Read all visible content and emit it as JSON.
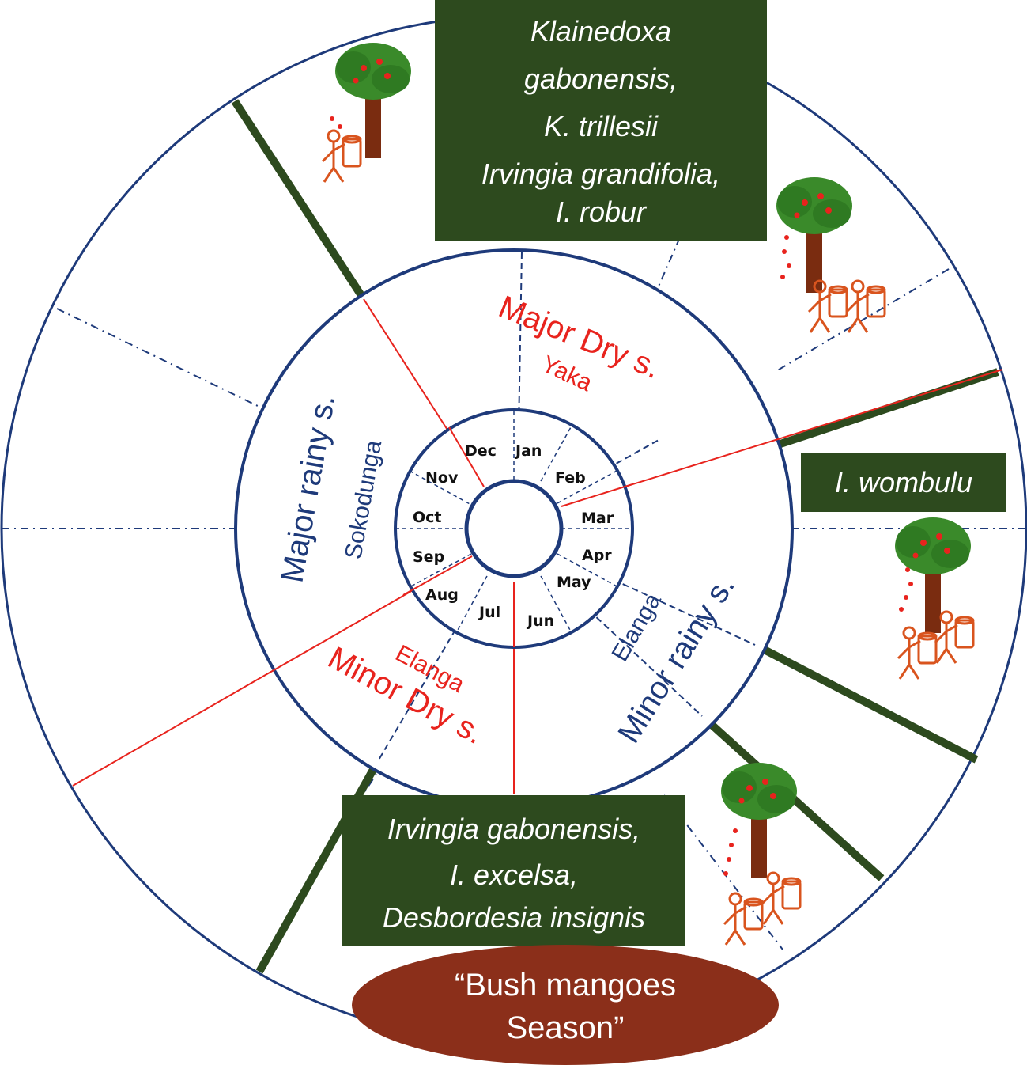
{
  "colors": {
    "ring": "#1e3a7a",
    "red": "#e8231d",
    "dark_green": "#2d4a1e",
    "oval": "#8b2f1a",
    "trunk": "#7a2c10",
    "leaf": "#3a8a2a",
    "figure": "#d9541e",
    "white": "#ffffff"
  },
  "months": [
    "Jan",
    "Feb",
    "Mar",
    "Apr",
    "May",
    "Jun",
    "Jul",
    "Aug",
    "Sep",
    "Oct",
    "Nov",
    "Dec"
  ],
  "seasons": {
    "major_dry": {
      "label": "Major Dry s.",
      "local": "Yaka"
    },
    "minor_rainy": {
      "label": "Minor rainy s.",
      "local": "Elanga"
    },
    "minor_dry": {
      "label": "Minor Dry s.",
      "local": "Elanga"
    },
    "major_rainy": {
      "label": "Major rainy s.",
      "local": "Sokodunga"
    }
  },
  "species_boxes": {
    "top": [
      "Klainedoxa",
      "gabonensis,",
      "K. trillesii",
      "Irvingia grandifolia,",
      "I. robur"
    ],
    "right": [
      "I. wombulu"
    ],
    "bottom": [
      "Irvingia gabonensis,",
      "I. excelsa,",
      "Desbordesia insignis"
    ]
  },
  "bush_mangoes": [
    "“Bush mangoes",
    "Season”"
  ],
  "icons": [
    "fruit-tree-icon",
    "harvester-figure-icon",
    "basket-icon"
  ]
}
